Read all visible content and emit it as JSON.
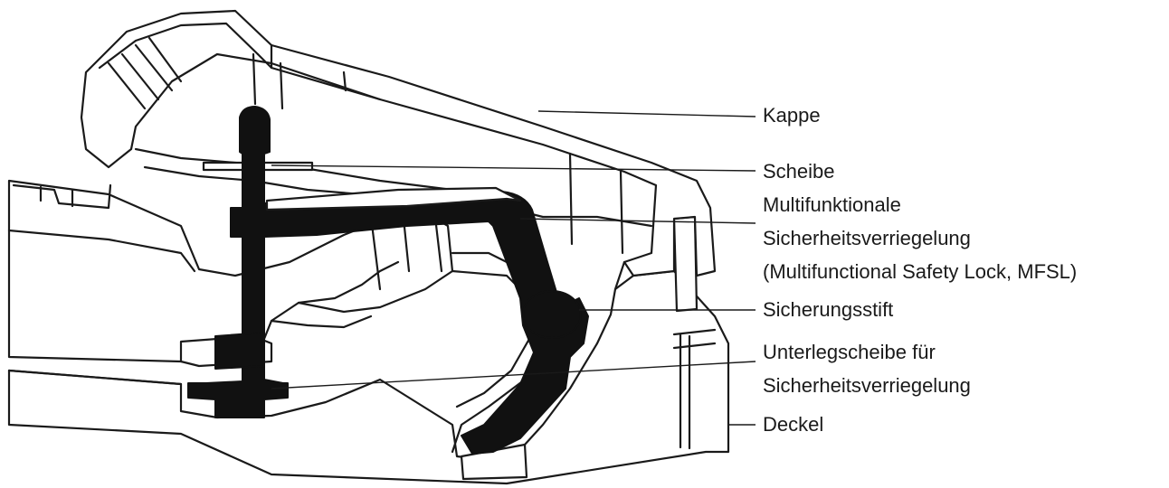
{
  "labels": {
    "cap": "Kappe",
    "washer": "Scheibe",
    "mfsl_line1": "Multifunktionale",
    "mfsl_line2": "Sicherheitsverriegelung",
    "mfsl_line3": "(Multifunctional Safety Lock, MFSL)",
    "locking_pin": "Sicherungsstift",
    "lock_washer_line1": "Unterlegscheibe für",
    "lock_washer_line2": "Sicherheitsverriegelung",
    "lid": "Deckel"
  },
  "colors": {
    "line": "#1a1a1a",
    "part_fill": "#111111",
    "background": "#ffffff"
  }
}
